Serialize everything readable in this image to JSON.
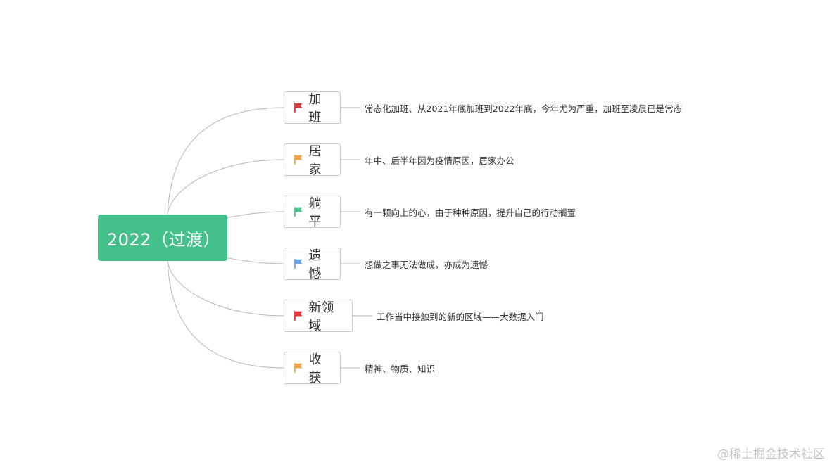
{
  "mindmap": {
    "root": {
      "label": "2022（过渡）",
      "color": "#44c08a"
    },
    "branches": [
      {
        "label": "加班",
        "flag_color": "#d23d3d",
        "icon": "flag-icon",
        "note": "常态化加班、从2021年底加班到2022年底，今年尤为严重，加班至凌晨已是常态"
      },
      {
        "label": "居家",
        "flag_color": "#f7a44c",
        "icon": "flag-icon",
        "note": "年中、后半年因为疫情原因，居家办公"
      },
      {
        "label": "躺平",
        "flag_color": "#4fc48e",
        "icon": "flag-icon",
        "note": "有一颗向上的心，由于种种原因，提升自己的行动搁置"
      },
      {
        "label": "遗憾",
        "flag_color": "#6aa8f0",
        "icon": "flag-icon",
        "note": "想做之事无法做成，亦成为遗憾"
      },
      {
        "label": "新领域",
        "flag_color": "#e8353a",
        "icon": "flag-icon",
        "note": "工作当中接触到的新的区域——大数据入门"
      },
      {
        "label": "收获",
        "flag_color": "#f7a44c",
        "icon": "flag-icon",
        "note": "精神、物质、知识"
      }
    ]
  },
  "watermark": "@稀土掘金技术社区"
}
